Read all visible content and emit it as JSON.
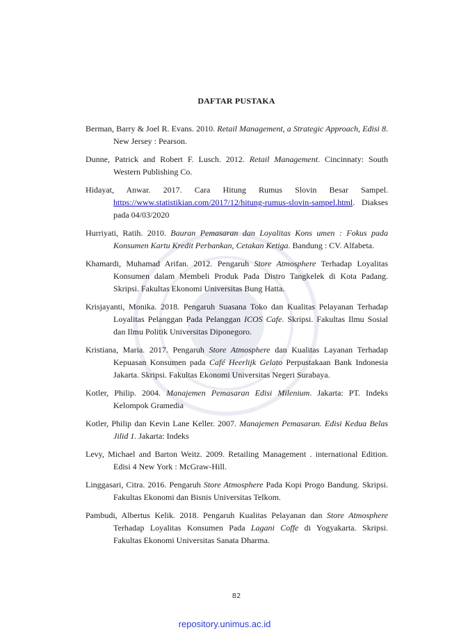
{
  "title": "DAFTAR PUSTAKA",
  "references": [
    {
      "p1": "Berman, Barry & Joel R. Evans. 2010. ",
      "i1": "Retail Management, a Strategic Approach, Edisi 8",
      "p2": ". New Jersey : Pearson."
    },
    {
      "p1": "Dunne, Patrick and Robert F. Lusch. 2012. ",
      "i1": "Retail Management",
      "p2": ". Cincinnaty: South Western Publishing Co."
    },
    {
      "p1": "Hidayat, Anwar. 2017. Cara Hitung Rumus Slovin Besar Sampel. ",
      "link": "https://www.statistikian.com/2017/12/hitung-rumus-slovin-sampel.html",
      "p2": ". Diakses pada 04/03/2020"
    },
    {
      "p1": "Hurriyati, Ratih. 2010. ",
      "i1": "Bauran Pemasaran dan Loyalitas Kons umen : Fokus pada Konsumen Kartu Kredit Perbankan, Cetakan Ketiga",
      "p2": ". Bandung : CV. Alfabeta."
    },
    {
      "p1": "Khamardi, Muhamad Arifan. 2012. Pengaruh ",
      "i1": "Store Atmosphere",
      "p2": " Terhadap Loyalitas Konsumen dalam Membeli Produk Pada Distro Tangkelek di Kota Padang. Skripsi. Fakultas Ekonomi Universitas Bung Hatta."
    },
    {
      "p1": "Krisjayanti, Monika. 2018. Pengaruh Suasana Toko dan Kualitas Pelayanan Terhadap Loyalitas Pelanggan Pada Pelanggan ",
      "i1": "ICOS Cafe",
      "p2": ". Skripsi. Fakultas Ilmu Sosial dan Ilmu Politik Universitas Diponegoro."
    },
    {
      "p1": "Kristiana, Maria. 2017. Pengaruh ",
      "i1": "Store Atmosphere",
      "p2": " dan Kualitas Layanan Terhadap Kepuasan Konsumen pada ",
      "i2": "Café Heerlijk Gelato",
      "p3": " Perpustakaan Bank Indonesia Jakarta. Skripsi. Fakultas Ekonomi Universitas Negeri Surabaya."
    },
    {
      "p1": "Kotler, Philip. 2004. ",
      "i1": "Manajemen Pemasaran Edisi Milenium",
      "p2": ". Jakarta: PT. Indeks Kelompok Gramedia"
    },
    {
      "p1": "Kotler, Philip dan Kevin Lane Keller. 2007. ",
      "i1": "Manajemen Pemasaran. Edisi Kedua Belas Jilid 1",
      "p2": ". Jakarta: Indeks"
    },
    {
      "p1": "Levy, Michael and Barton Weitz. 2009. Retailing Management . international Edition. Edisi 4 New York : McGraw-Hill."
    },
    {
      "p1": "Linggasari, Citra. 2016. Pengaruh ",
      "i1": "Store Atmosphere",
      "p2": " Pada Kopi Progo Bandung. Skripsi. Fakultas Ekonomi dan Bisnis Universitas Telkom."
    },
    {
      "p1": "Pambudi, Albertus Kelik. 2018. Pengaruh Kualitas Pelayanan dan ",
      "i1": "Store Atmosphere",
      "p2": " Terhadap Loyalitas Konsumen Pada ",
      "i2": "Lagani Coffe",
      "p3": " di Yogyakarta. Skripsi. Fakultas Ekonomi Universitas Sanata Dharma."
    }
  ],
  "page_number": "82",
  "footer": "repository.unimus.ac.id",
  "colors": {
    "link": "#1a0dab",
    "footer": "#2a3bd6",
    "text": "#1a1a1a"
  }
}
